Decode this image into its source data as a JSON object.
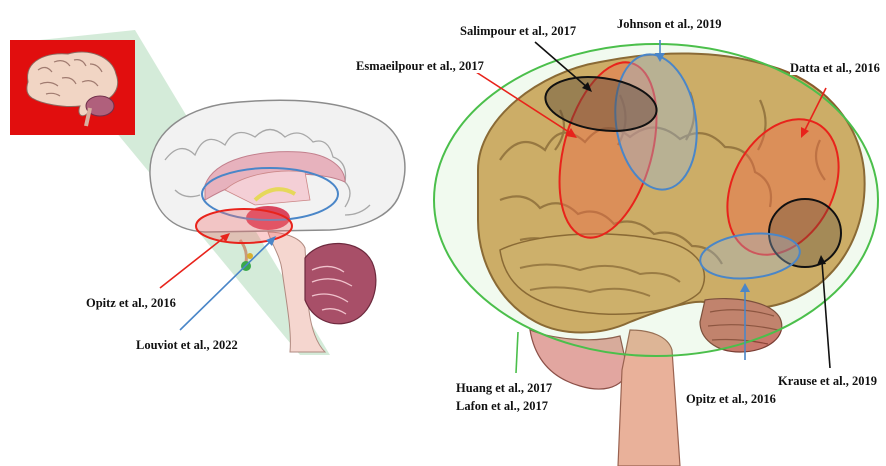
{
  "labels": {
    "opitz_left": "Opitz et al., 2016",
    "louviot": "Louviot et al., 2022",
    "salimpour": "Salimpour et al., 2017",
    "johnson": "Johnson et al., 2019",
    "esmaeilpour": "Esmaeilpour et al., 2017",
    "datta": "Datta et al., 2016",
    "huang": "Huang et al., 2017",
    "lafon": "Lafon et al., 2017",
    "opitz_right": "Opitz et al., 2016",
    "krause": "Krause et al., 2019"
  },
  "colors": {
    "red": "#e8231b",
    "blue": "#4a86c8",
    "black": "#111111",
    "green": "#4bbf4b",
    "inset_bg": "#e10e0e",
    "wedge": "#cde8d2"
  }
}
